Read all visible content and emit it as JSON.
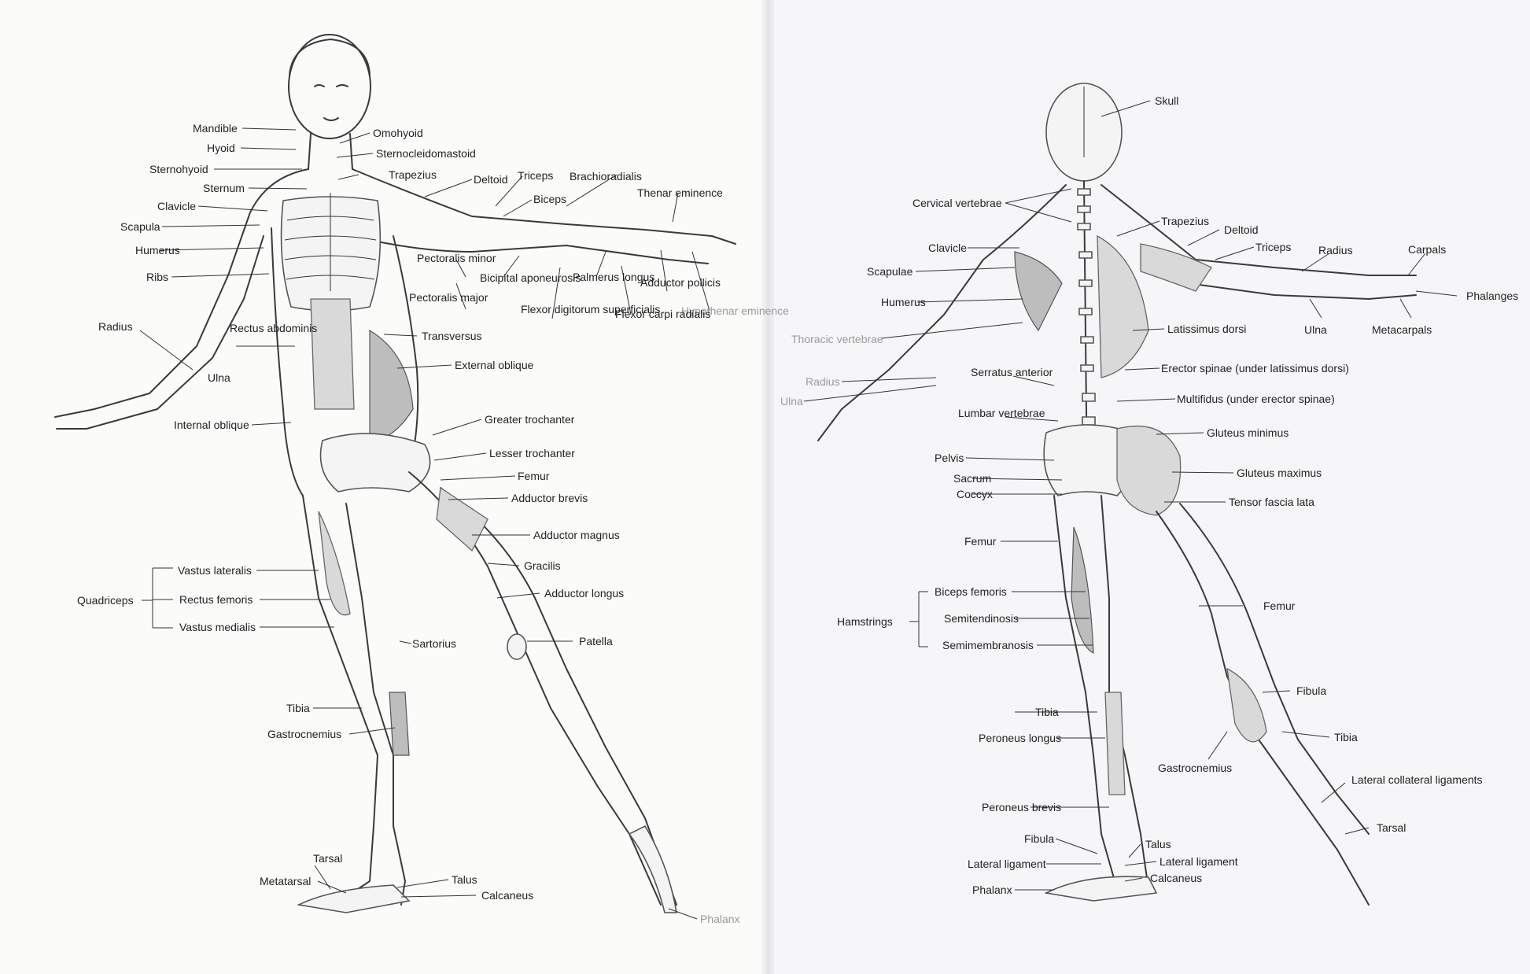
{
  "front_figure": {
    "labels": [
      "Mandible",
      "Hyoid",
      "Sternohyoid",
      "Sternum",
      "Clavicle",
      "Scapula",
      "Humerus",
      "Ribs",
      "Radius",
      "Rectus abdominis",
      "Ulna",
      "Internal oblique",
      "Omohyoid",
      "Sternocleidomastoid",
      "Trapezius",
      "Deltoid",
      "Triceps",
      "Brachioradialis",
      "Biceps",
      "Thenar eminence",
      "Pectoralis minor",
      "Pectoralis major",
      "Bicipital aponeurosis",
      "Palmerus longus",
      "Adductor pollicis",
      "Hypothenar eminence",
      "Flexor digitorum superficialis",
      "Flexor carpi radialis",
      "Transversus",
      "External oblique",
      "Greater trochanter",
      "Lesser trochanter",
      "Femur",
      "Adductor brevis",
      "Adductor magnus",
      "Gracilis",
      "Adductor longus",
      "Quadriceps",
      "Vastus lateralis",
      "Rectus femoris",
      "Vastus medialis",
      "Sartorius",
      "Patella",
      "Tibia",
      "Gastrocnemius",
      "Tarsal",
      "Metatarsal",
      "Talus",
      "Calcaneus",
      "Phalanx"
    ]
  },
  "back_figure": {
    "labels": [
      "Skull",
      "Cervical vertebrae",
      "Trapezius",
      "Deltoid",
      "Clavicle",
      "Triceps",
      "Radius",
      "Carpals",
      "Scapulae",
      "Phalanges",
      "Humerus",
      "Latissimus dorsi",
      "Ulna",
      "Metacarpals",
      "Thoracic vertebrae",
      "Radius",
      "Serratus anterior",
      "Erector spinae (under latissimus dorsi)",
      "Ulna",
      "Multifidus (under erector spinae)",
      "Lumbar vertebrae",
      "Gluteus minimus",
      "Pelvis",
      "Gluteus maximus",
      "Sacrum",
      "Coccyx",
      "Tensor fascia lata",
      "Femur",
      "Hamstrings",
      "Biceps femoris",
      "Semitendinosis",
      "Semimembranosis",
      "Femur",
      "Tibia",
      "Fibula",
      "Peroneus longus",
      "Tibia",
      "Gastrocnemius",
      "Lateral collateral ligaments",
      "Peroneus brevis",
      "Tarsal",
      "Fibula",
      "Talus",
      "Lateral ligament",
      "Lateral ligament",
      "Calcaneus",
      "Phalanx"
    ]
  },
  "colors": {
    "ink": "#222222",
    "page_left": "#fbfbfa",
    "page_right": "#f6f6f8",
    "faint": "#9a9a9a"
  }
}
